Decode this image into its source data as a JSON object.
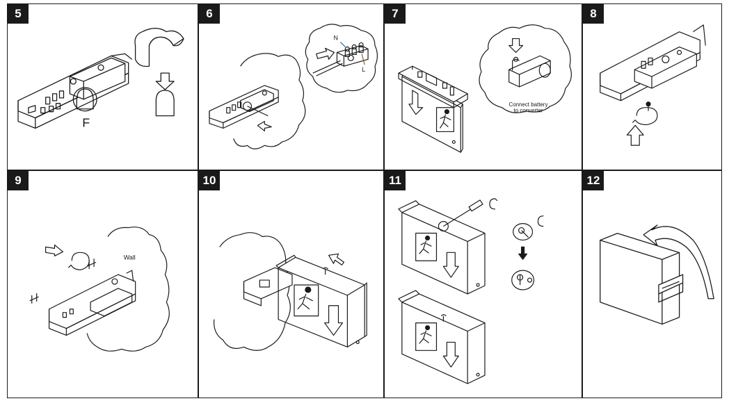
{
  "steps": [
    {
      "number": "5",
      "labels": {
        "callout": "F"
      }
    },
    {
      "number": "6",
      "labels": {
        "neutral": "N",
        "live": "L"
      }
    },
    {
      "number": "7",
      "labels": {
        "note_line1": "Connect battery",
        "note_line2": "to converter"
      }
    },
    {
      "number": "8",
      "labels": {}
    },
    {
      "number": "9",
      "labels": {
        "wall": "Wall"
      }
    },
    {
      "number": "10",
      "labels": {}
    },
    {
      "number": "11",
      "labels": {}
    },
    {
      "number": "12",
      "labels": {}
    }
  ],
  "colors": {
    "line": "#1a1a1a",
    "badge_bg": "#1a1a1a",
    "badge_text": "#ffffff",
    "wire_brown": "#8b5a2b",
    "wire_blue": "#2a5db0"
  }
}
